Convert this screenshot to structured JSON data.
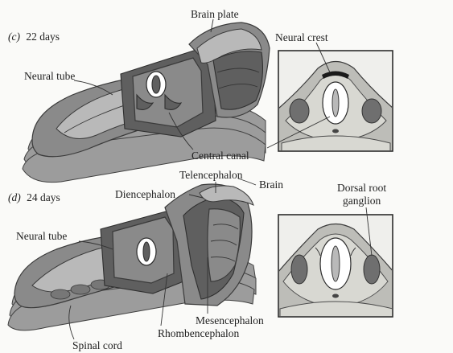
{
  "panels": {
    "c": {
      "letter": "(c)",
      "title": "22 days"
    },
    "d": {
      "letter": "(d)",
      "title": "24 days"
    }
  },
  "labels": {
    "brain_plate": "Brain plate",
    "neural_crest": "Neural crest",
    "neural_tube_c": "Neural tube",
    "central_canal": "Central canal",
    "telencephalon": "Telencephalon",
    "brain": "Brain",
    "diencephalon": "Diencephalon",
    "dorsal_root_ganglion_1": "Dorsal root",
    "dorsal_root_ganglion_2": "ganglion",
    "neural_tube_d": "Neural tube",
    "mesencephalon": "Mesencephalon",
    "rhombencephalon": "Rhombencephalon",
    "spinal_cord": "Spinal cord"
  }
}
